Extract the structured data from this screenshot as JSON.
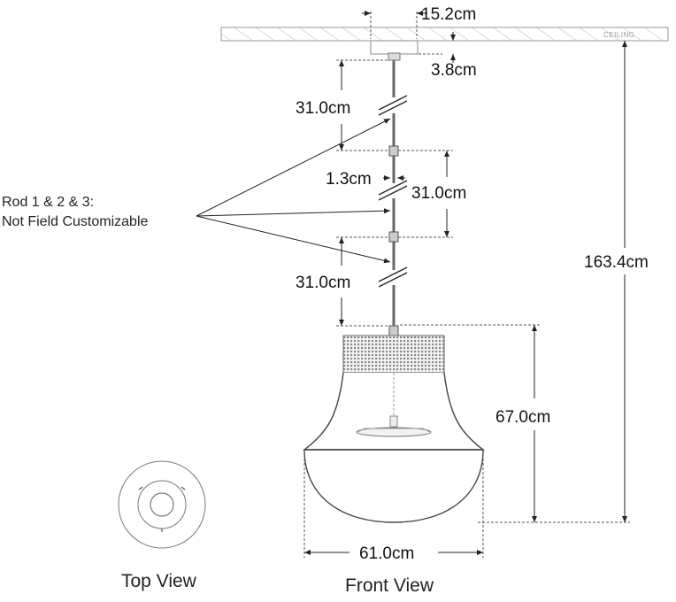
{
  "ceiling_label": "CEILING",
  "dimensions": {
    "canopy_width": "15.2cm",
    "canopy_height": "3.8cm",
    "rod1_length": "31.0cm",
    "rod_diameter": "1.3cm",
    "rod2_length": "31.0cm",
    "rod3_length": "31.0cm",
    "overall_height": "163.4cm",
    "fixture_height": "67.0cm",
    "fixture_width": "61.0cm"
  },
  "note": {
    "line1": "Rod 1 & 2 & 3:",
    "line2": "Not Field Customizable"
  },
  "views": {
    "top": "Top View",
    "front": "Front View"
  }
}
